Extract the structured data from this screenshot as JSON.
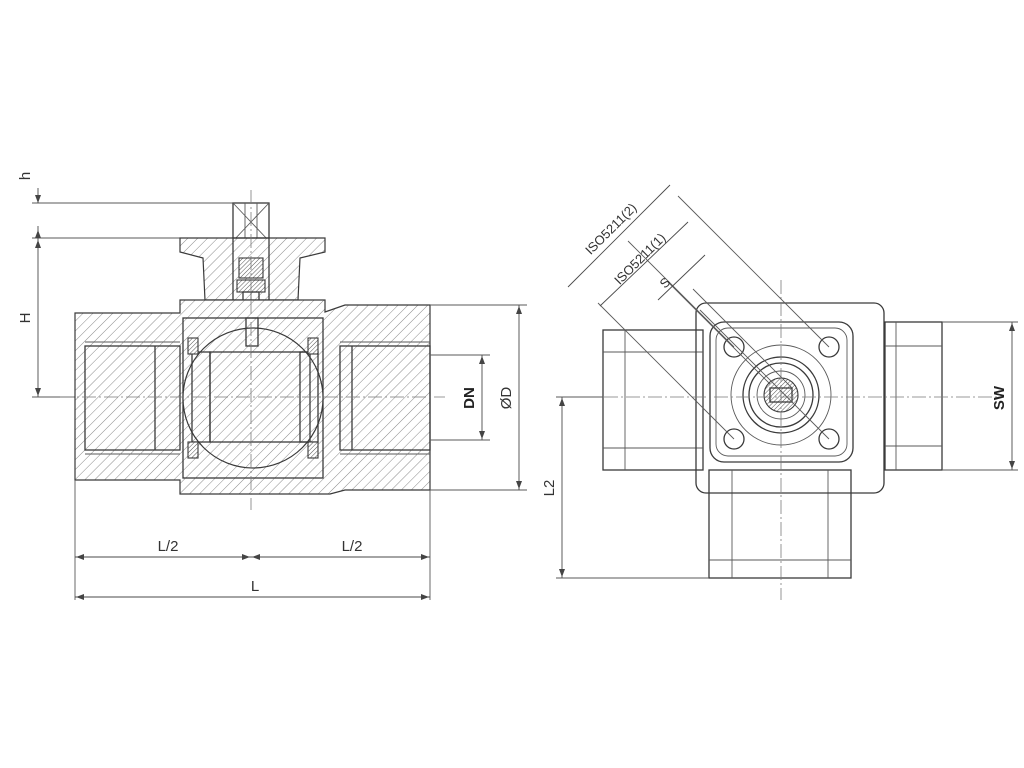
{
  "labels": {
    "h": "h",
    "H": "H",
    "DN": "DN",
    "OD": "ØD",
    "L_half_left": "L/2",
    "L_half_right": "L/2",
    "L": "L",
    "L2": "L2",
    "SW": "SW",
    "S": "S",
    "iso1": "ISO5211(1)",
    "iso2": "ISO5211(2)"
  }
}
